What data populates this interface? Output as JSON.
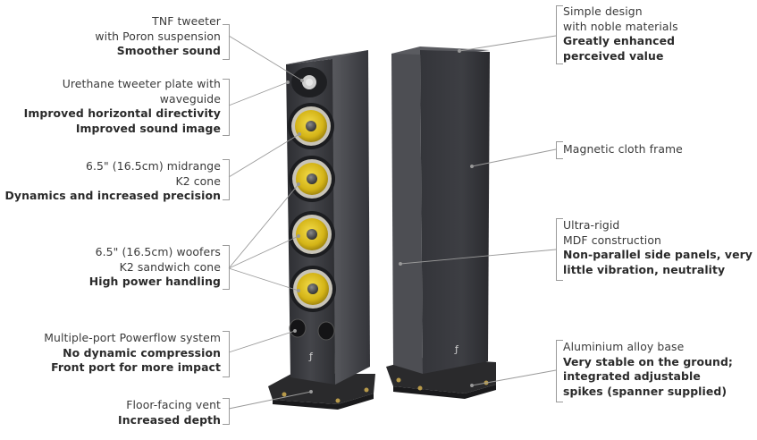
{
  "left_callouts": [
    {
      "lines": [
        "TNF tweeter",
        "with Poron suspension"
      ],
      "bold": [
        "Smoother sound"
      ]
    },
    {
      "lines": [
        "Urethane tweeter plate with",
        "waveguide"
      ],
      "bold": [
        "Improved horizontal directivity",
        "Improved sound image"
      ]
    },
    {
      "lines": [
        "6.5\" (16.5cm) midrange",
        "K2 cone"
      ],
      "bold": [
        "Dynamics and increased precision"
      ]
    },
    {
      "lines": [
        "6.5\" (16.5cm) woofers",
        "K2 sandwich cone"
      ],
      "bold": [
        "High power handling"
      ]
    },
    {
      "lines": [
        "Multiple-port Powerflow system"
      ],
      "bold": [
        "No dynamic compression",
        "Front port for more impact"
      ]
    },
    {
      "lines": [
        "Floor-facing vent"
      ],
      "bold": [
        "Increased depth"
      ]
    }
  ],
  "right_callouts": [
    {
      "lines": [
        "Simple design",
        "with noble materials"
      ],
      "bold": [
        "Greatly enhanced",
        "perceived value"
      ]
    },
    {
      "lines": [
        "Magnetic cloth frame"
      ],
      "bold": []
    },
    {
      "lines": [
        "Ultra-rigid",
        "MDF construction"
      ],
      "bold": [
        "Non-parallel side panels, very",
        "little vibration, neutrality"
      ]
    },
    {
      "lines": [
        "Aluminium alloy base"
      ],
      "bold": [
        "Very stable on the ground;",
        "integrated adjustable",
        "spikes (spanner supplied)"
      ]
    }
  ],
  "colors": {
    "cabinet": "#3b3c40",
    "cone": "#d8b91a",
    "lines": "#9a9a9a",
    "text": "#3a3a3a"
  }
}
